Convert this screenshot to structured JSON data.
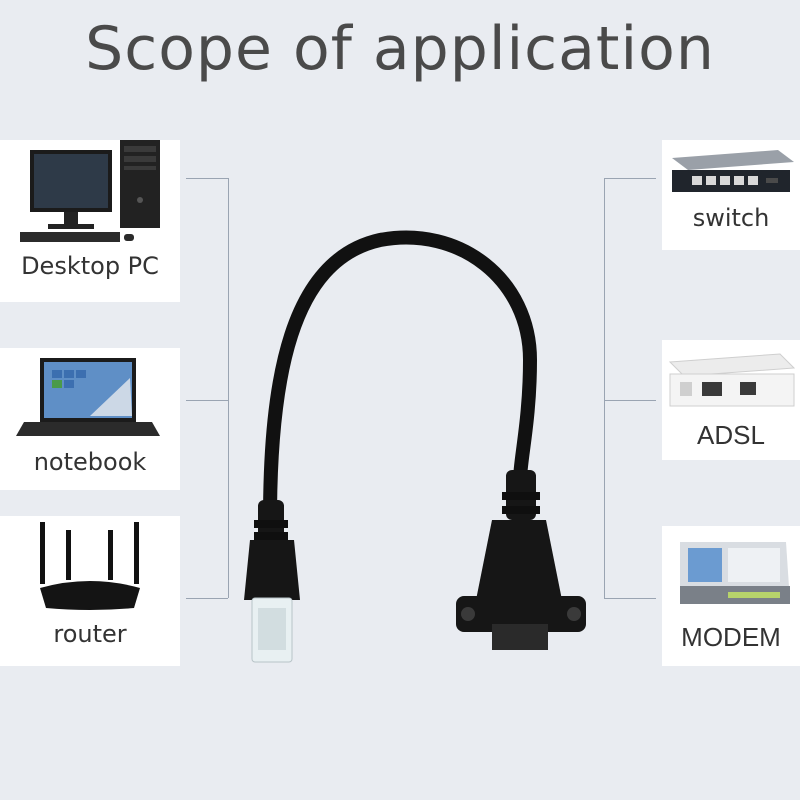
{
  "title": "Scope of application",
  "left_devices": [
    {
      "label": "Desktop PC",
      "icon": "desktop-pc-icon"
    },
    {
      "label": "notebook",
      "icon": "notebook-icon"
    },
    {
      "label": "router",
      "icon": "router-icon"
    }
  ],
  "right_devices": [
    {
      "label": "switch",
      "icon": "switch-icon"
    },
    {
      "label": "ADSL",
      "icon": "adsl-icon"
    },
    {
      "label": "MODEM",
      "icon": "modem-icon"
    }
  ],
  "center_image": "ethernet-cable-icon",
  "colors": {
    "background": "#e9ecf1",
    "card": "#ffffff",
    "title_text": "#4a4a4a",
    "connector_line": "#9aa4b2",
    "cable": "#111111"
  }
}
